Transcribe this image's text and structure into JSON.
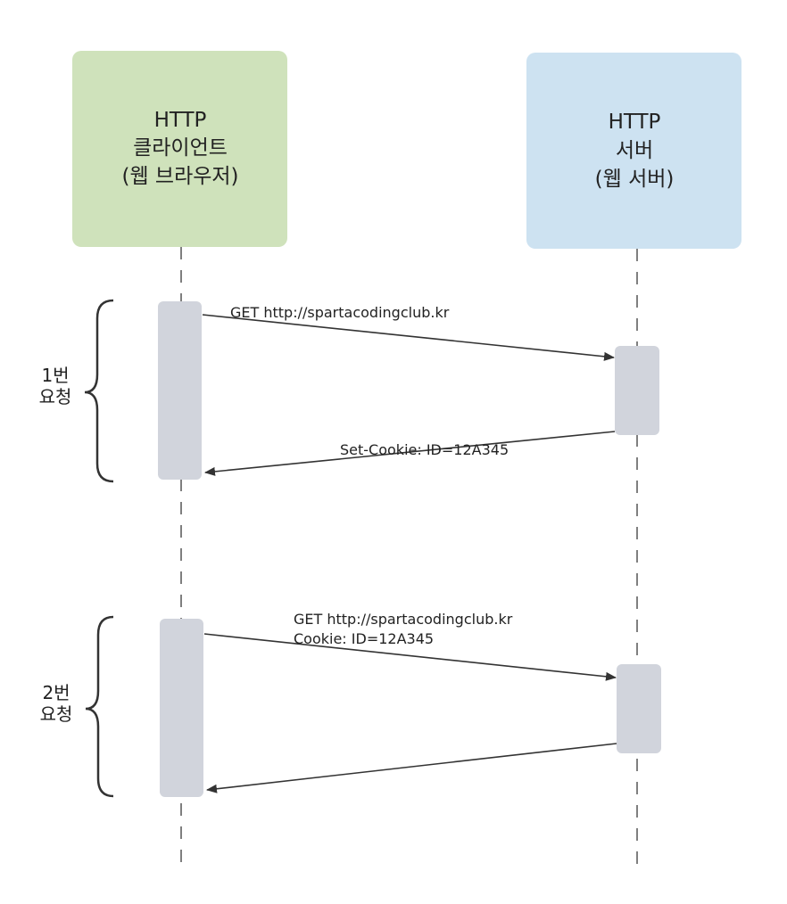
{
  "participants": {
    "client": {
      "line1": "HTTP",
      "line2": "클라이언트",
      "line3": "(웹 브라우저)"
    },
    "server": {
      "line1": "HTTP",
      "line2": "서버",
      "line3": "(웹 서버)"
    }
  },
  "requests": [
    {
      "label_line1": "1번",
      "label_line2": "요청"
    },
    {
      "label_line1": "2번",
      "label_line2": "요청"
    }
  ],
  "messages": {
    "req1": "GET http://spartacodingclub.kr",
    "resp1": "Set-Cookie: ID=12A345",
    "req2_line1": "GET http://spartacodingclub.kr",
    "req2_line2": "Cookie: ID=12A345"
  },
  "colors": {
    "client_box": "#cfe2bb",
    "server_box": "#cde2f1",
    "activation": "#d1d4dc",
    "line": "#333333"
  }
}
